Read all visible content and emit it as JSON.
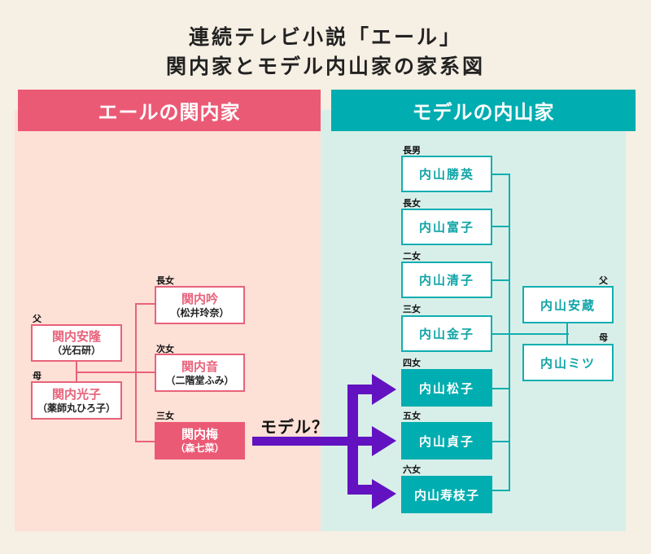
{
  "title": {
    "line1": "連続テレビ小説「エール」",
    "line2": "関内家とモデル内山家の家系図"
  },
  "colors": {
    "pink": "#eb5a75",
    "teal": "#00adb0",
    "purple": "#6212c0",
    "background": "#f6efe3"
  },
  "left": {
    "header": "エールの関内家",
    "parents": [
      {
        "role": "父",
        "name": "関内安隆",
        "actor": "（光石研）"
      },
      {
        "role": "母",
        "name": "関内光子",
        "actor": "（薬師丸ひろ子）"
      }
    ],
    "children": [
      {
        "role": "長女",
        "name": "関内吟",
        "actor": "（松井玲奈）",
        "highlight": false
      },
      {
        "role": "次女",
        "name": "関内音",
        "actor": "（二階堂ふみ）",
        "highlight": false
      },
      {
        "role": "三女",
        "name": "関内梅",
        "actor": "（森七菜）",
        "highlight": true
      }
    ]
  },
  "right": {
    "header": "モデルの内山家",
    "children": [
      {
        "role": "長男",
        "name": "内山勝英",
        "highlight": false
      },
      {
        "role": "長女",
        "name": "内山富子",
        "highlight": false
      },
      {
        "role": "二女",
        "name": "内山清子",
        "highlight": false
      },
      {
        "role": "三女",
        "name": "内山金子",
        "highlight": false
      },
      {
        "role": "四女",
        "name": "内山松子",
        "highlight": true
      },
      {
        "role": "五女",
        "name": "内山貞子",
        "highlight": true
      },
      {
        "role": "六女",
        "name": "内山寿枝子",
        "highlight": true
      }
    ],
    "parents": [
      {
        "role": "父",
        "name": "内山安蔵"
      },
      {
        "role": "母",
        "name": "内山ミツ"
      }
    ]
  },
  "connector": {
    "label": "モデル？",
    "targets": [
      "内山松子",
      "内山貞子",
      "内山寿枝子"
    ]
  }
}
